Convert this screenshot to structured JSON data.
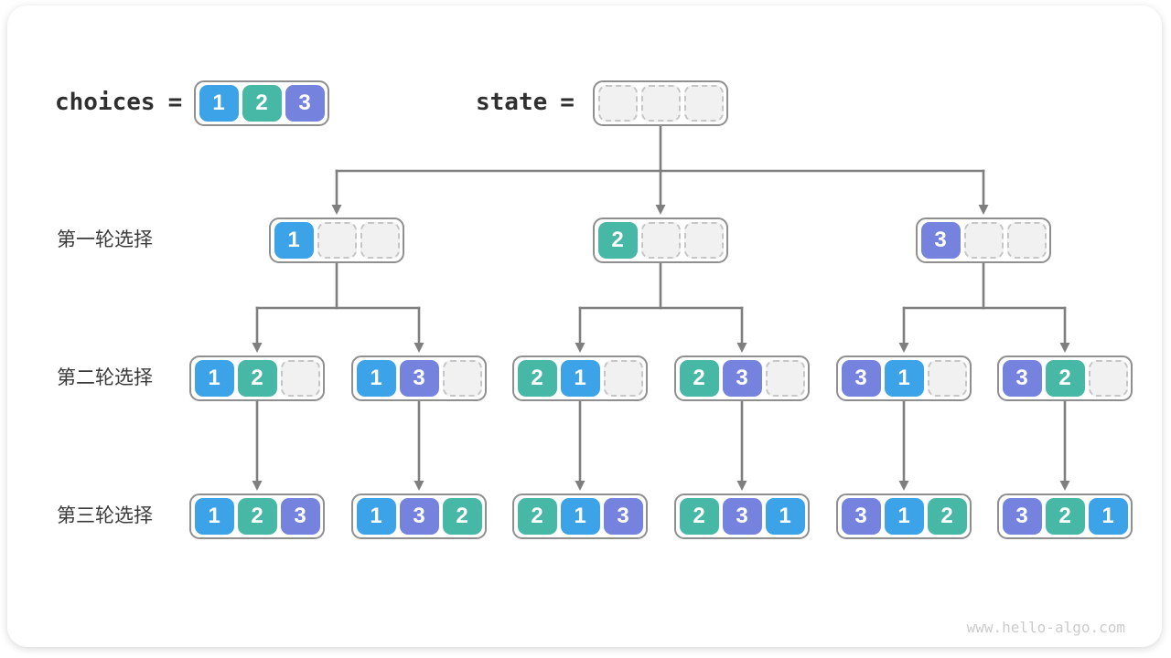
{
  "header": {
    "choices_label": "choices",
    "state_label": "state",
    "equals": "=",
    "choices": [
      1,
      2,
      3
    ],
    "state_slots": 3
  },
  "rows": [
    {
      "label": "第一轮选择",
      "states": [
        [
          1,
          null,
          null
        ],
        [
          2,
          null,
          null
        ],
        [
          3,
          null,
          null
        ]
      ]
    },
    {
      "label": "第二轮选择",
      "states": [
        [
          1,
          2,
          null
        ],
        [
          1,
          3,
          null
        ],
        [
          2,
          1,
          null
        ],
        [
          2,
          3,
          null
        ],
        [
          3,
          1,
          null
        ],
        [
          3,
          2,
          null
        ]
      ]
    },
    {
      "label": "第三轮选择",
      "states": [
        [
          1,
          2,
          3
        ],
        [
          1,
          3,
          2
        ],
        [
          2,
          1,
          3
        ],
        [
          2,
          3,
          1
        ],
        [
          3,
          1,
          2
        ],
        [
          3,
          2,
          1
        ]
      ]
    }
  ],
  "watermark": "www.hello-algo.com",
  "colors": {
    "value_colors": {
      "1": "#3CA3E8",
      "2": "#47B8A6",
      "3": "#7583DF"
    },
    "arrow": "#7f7f7f",
    "box_border": "#8f8f8f",
    "empty_fill": "#f1f1f1",
    "empty_border": "#c6c6c6",
    "code_text": "#2f2f2f",
    "label_text": "#3a3a3a",
    "watermark_text": "#cbcbcb"
  }
}
